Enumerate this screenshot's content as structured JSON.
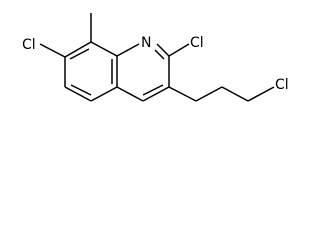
{
  "molecule": {
    "atoms": {
      "cl_left": "Cl",
      "nitrogen": "N",
      "cl_top": "Cl",
      "cl_right": "Cl"
    }
  }
}
